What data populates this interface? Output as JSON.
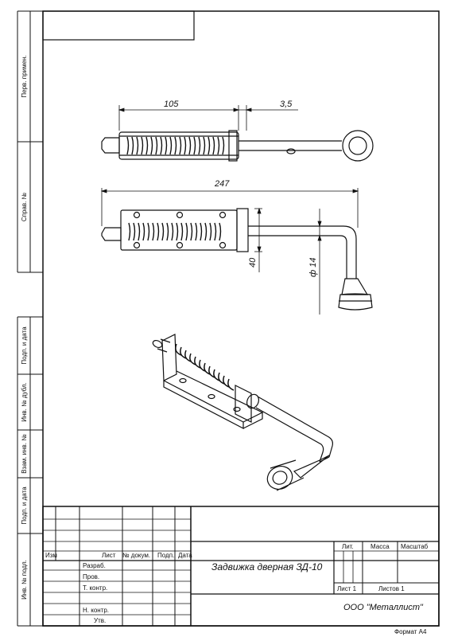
{
  "side_fields": [
    {
      "key": "perv_primen",
      "label": "Перв. примен."
    },
    {
      "key": "sprav",
      "label": "Справ. №"
    },
    {
      "key": "podp_data_1",
      "label": "Подп. и дата"
    },
    {
      "key": "inv_dubl",
      "label": "Инв. № дубл."
    },
    {
      "key": "vzam_inv",
      "label": "Взам. инв. №"
    },
    {
      "key": "podp_data_2",
      "label": "Подп. и дата"
    },
    {
      "key": "inv_podl",
      "label": "Инв. № подл."
    }
  ],
  "dimensions": {
    "spring_length": "105",
    "gap": "3,5",
    "total_length": "247",
    "height": "40",
    "diameter": "ф 14"
  },
  "title_block": {
    "col_izm": "Изм",
    "col_list": "Лист",
    "col_ndokum": "№ докум.",
    "col_podp": "Подп.",
    "col_data": "Дата",
    "row_razrab": "Разраб.",
    "row_prov": "Пров.",
    "row_tkontr": "Т. контр.",
    "row_nkontr": "Н. контр.",
    "row_utv": "Утв.",
    "title": "Задвижка дверная ЗД-10",
    "lit_label": "Лит.",
    "massa_label": "Масса",
    "masshtab_label": "Масштаб",
    "sheet_label": "Лист 1",
    "sheets_label": "Листов 1",
    "company": "ООО \"Металлист\""
  },
  "format_label": "Формат А4"
}
